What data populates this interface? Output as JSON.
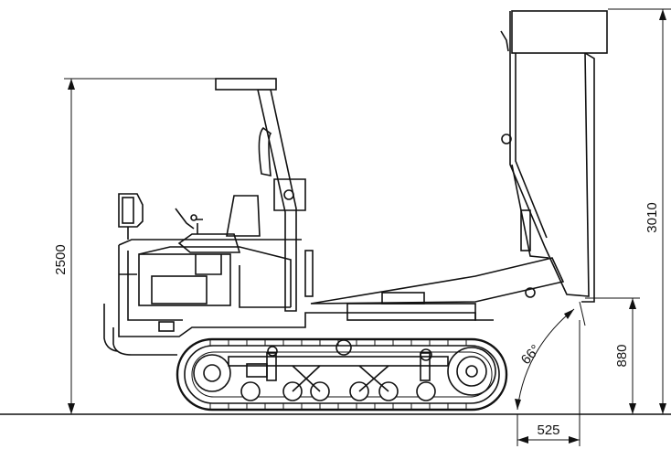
{
  "dimensions": {
    "overall_height_roof": "2500",
    "tipping_height": "3010",
    "dump_height": "880",
    "dump_reach": "525",
    "dump_angle": "66°"
  }
}
